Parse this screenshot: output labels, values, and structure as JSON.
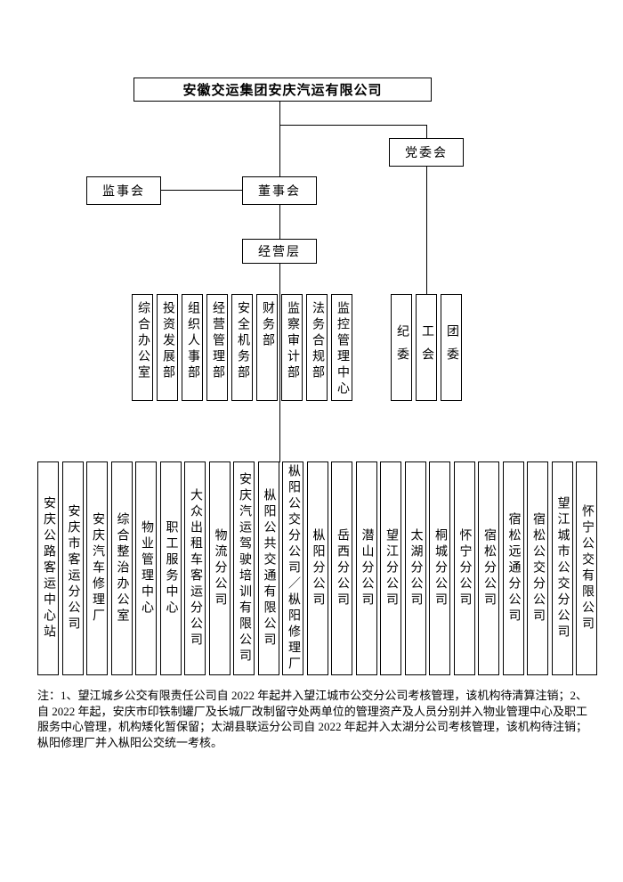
{
  "chart": {
    "root": "安徽交运集团安庆汽运有限公司",
    "party_committee": "党委会",
    "supervisory_board": "监事会",
    "board_of_directors": "董事会",
    "management": "经营层",
    "party_branches": [
      "纪委",
      "工会",
      "团委"
    ],
    "departments": [
      "综合办公室",
      "投资发展部",
      "组织人事部",
      "经营管理部",
      "安全机务部",
      "财务部",
      "监察审计部",
      "法务合规部",
      "监控管理中心"
    ],
    "subsidiaries": [
      "安庆公路客运中心站",
      "安庆市客运分公司",
      "安庆汽车修理厂",
      "综合整治办公室",
      "物业管理中心",
      "职工服务中心",
      "大众出租车客运分公司",
      "物流分公司",
      "安庆汽运驾驶培训有限公司",
      "枞阳公共交通有限公司",
      "枞阳公交分公司／枞阳修理厂",
      "枞阳分公司",
      "岳西分公司",
      "潜山分公司",
      "望江分公司",
      "太湖分公司",
      "桐城分公司",
      "怀宁分公司",
      "宿松分公司",
      "宿松远通分公司",
      "宿松公交分公司",
      "望江城市公交分公司",
      "怀宁公交有限公司"
    ]
  },
  "note": "注：1、望江城乡公交有限责任公司自 2022 年起并入望江城市公交分公司考核管理，该机构待清算注销；2、自 2022 年起，安庆市印铁制罐厂及长城厂改制留守处两单位的管理资产及人员分别并入物业管理中心及职工服务中心管理，机构矮化暂保留；太湖县联运分公司自 2022 年起并入太湖分公司考核管理，该机构待注销；枞阳修理厂并入枞阳公交统一考核。"
}
